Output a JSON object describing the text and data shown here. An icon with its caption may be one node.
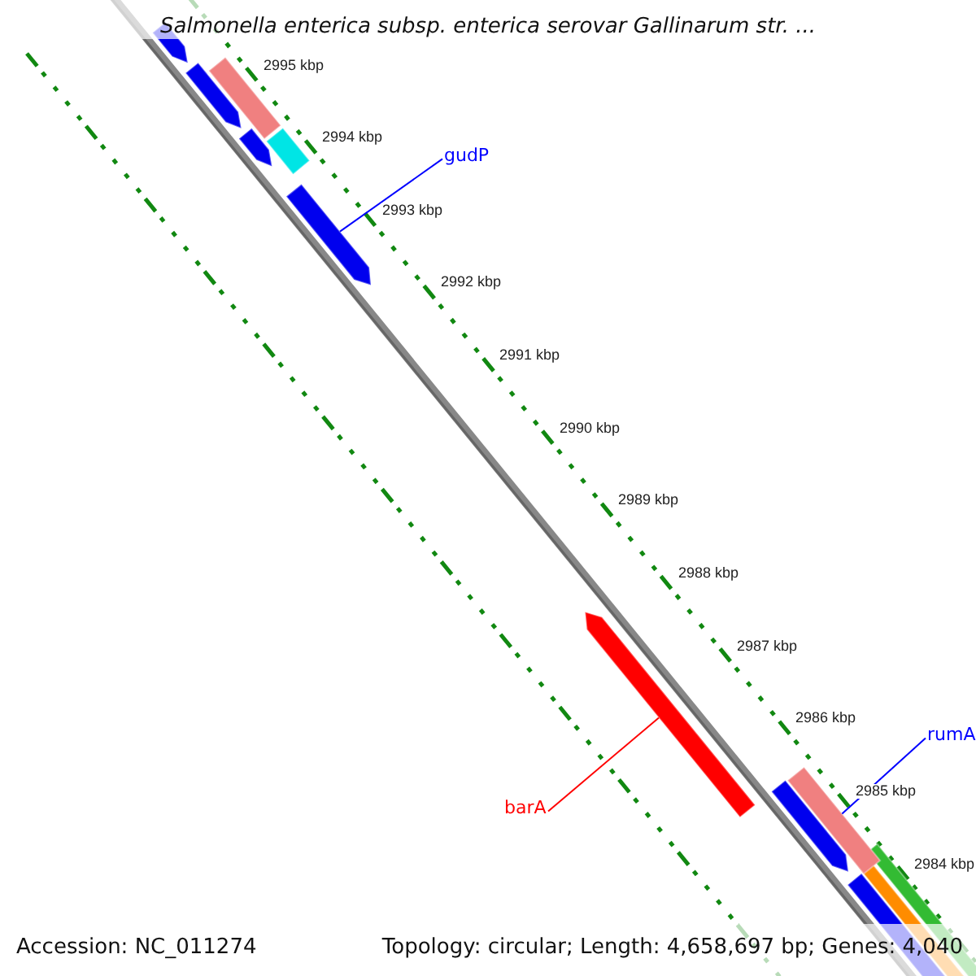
{
  "diagram": {
    "title": "Salmonella enterica subsp. enterica serovar Gallinarum str. ...",
    "nodes": [
      {
        "text": [
          "gudP"
        ]
      },
      {
        "text": [],
        "shape": "bar"
      },
      {
        "text": [
          "barA"
        ]
      },
      {
        "text": [],
        "shape": "bar"
      },
      {
        "text": [
          "rumA"
        ]
      },
      {
        "text": [],
        "shape": "bar"
      }
    ],
    "edges": [
      {
        "from": 0,
        "to": 1,
        "arrow": "none"
      },
      {
        "from": 2,
        "to": 3,
        "arrow": "none",
        "color": "#ff0000"
      },
      {
        "from": 4,
        "to": 5,
        "arrow": "none"
      }
    ],
    "labels": [
      "2995 kbp",
      "2994 kbp",
      "2993 kbp",
      "2992 kbp",
      "2991 kbp",
      "2990 kbp",
      "2989 kbp",
      "2988 kbp",
      "2987 kbp",
      "2986 kbp",
      "2985 kbp",
      "2984 kbp",
      "Accession: NC_011274",
      "Topology: circular; Length: 4,658,697 bp; Genes: 4,040"
    ]
  }
}
